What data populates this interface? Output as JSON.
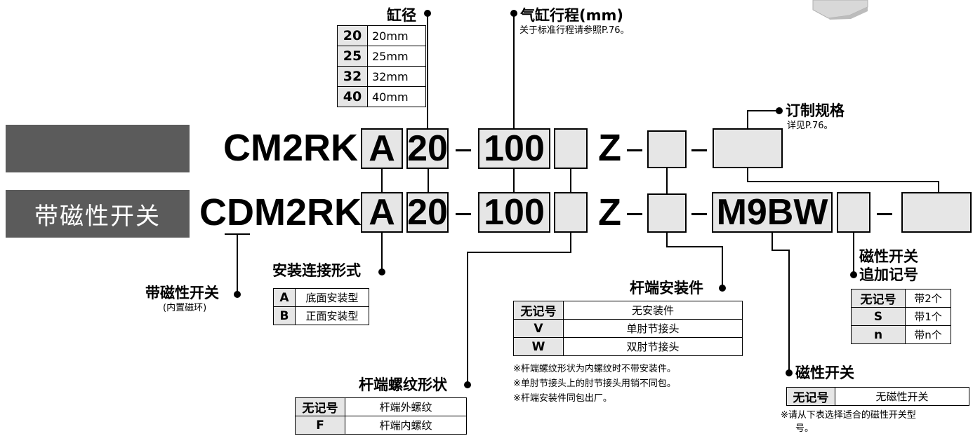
{
  "left_labels": {
    "blank_bar": "",
    "switch_bar": "带磁性开关"
  },
  "model_row1": {
    "prefix": "CM2RK",
    "mount": "A",
    "bore": "20",
    "stroke": "100",
    "z": "Z"
  },
  "model_row2": {
    "prefix_before": "C",
    "prefix_d": "D",
    "prefix_after": "M2RK",
    "mount": "A",
    "bore": "20",
    "stroke": "100",
    "z": "Z",
    "switch": "M9BW"
  },
  "bore": {
    "title": "缸径",
    "rows": [
      {
        "code": "20",
        "desc": "20mm"
      },
      {
        "code": "25",
        "desc": "25mm"
      },
      {
        "code": "32",
        "desc": "32mm"
      },
      {
        "code": "40",
        "desc": "40mm"
      }
    ]
  },
  "stroke": {
    "title": "气缸行程(mm)",
    "note": "关于标准行程请参照P.76。"
  },
  "custom": {
    "title": "订制规格",
    "note": "详见P.76。"
  },
  "magnet": {
    "title": "带磁性开关",
    "note": "(内置磁环)"
  },
  "mount": {
    "title": "安装连接形式",
    "rows": [
      {
        "code": "A",
        "desc": "底面安装型"
      },
      {
        "code": "B",
        "desc": "正面安装型"
      }
    ]
  },
  "rod_thread": {
    "title": "杆端螺纹形状",
    "rows": [
      {
        "code": "无记号",
        "desc": "杆端外螺纹"
      },
      {
        "code": "F",
        "desc": "杆端内螺纹"
      }
    ]
  },
  "rod_fitting": {
    "title": "杆端安装件",
    "rows": [
      {
        "code": "无记号",
        "desc": "无安装件"
      },
      {
        "code": "V",
        "desc": "单肘节接头"
      },
      {
        "code": "W",
        "desc": "双肘节接头"
      }
    ],
    "notes": [
      "※杆端螺纹形状为内螺纹时不带安装件。",
      "※单肘节接头上的肘节接头用销不同包。",
      "※杆端安装件同包出厂。"
    ]
  },
  "switch_count": {
    "title1": "磁性开关",
    "title2": "追加记号",
    "rows": [
      {
        "code": "无记号",
        "desc": "带2个"
      },
      {
        "code": "S",
        "desc": "带1个"
      },
      {
        "code": "n",
        "desc": "带n个"
      }
    ]
  },
  "auto_switch": {
    "title": "磁性开关",
    "rows": [
      {
        "code": "无记号",
        "desc": "无磁性开关"
      }
    ],
    "note1": "※请从下表选择适合的磁性开关型",
    "note2": "号。"
  }
}
